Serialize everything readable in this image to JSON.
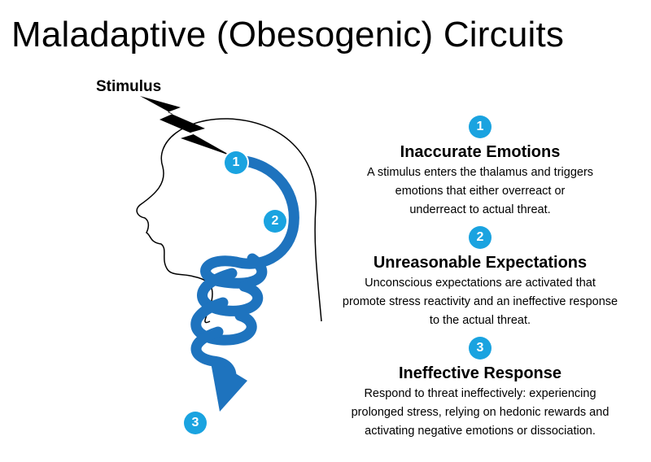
{
  "title": "Maladaptive (Obesogenic) Circuits",
  "stimulus_label": "Stimulus",
  "diagram_markers": [
    "1",
    "2",
    "3"
  ],
  "accent_color": "#1aa3e0",
  "arrow_color": "#1e73be",
  "steps": [
    {
      "number": "1",
      "heading": "Inaccurate Emotions",
      "lines": [
        "A stimulus enters the thalamus and triggers",
        "emotions that either overreact or",
        "underreact to actual threat."
      ]
    },
    {
      "number": "2",
      "heading": "Unreasonable Expectations",
      "lines": [
        "Unconscious expectations are activated that",
        "promote stress reactivity and an ineffective response",
        "to the actual threat."
      ]
    },
    {
      "number": "3",
      "heading": "Ineffective Response",
      "lines": [
        "Respond to threat ineffectively: experiencing",
        "prolonged stress, relying on hedonic rewards and",
        "activating negative emotions or dissociation."
      ]
    }
  ]
}
